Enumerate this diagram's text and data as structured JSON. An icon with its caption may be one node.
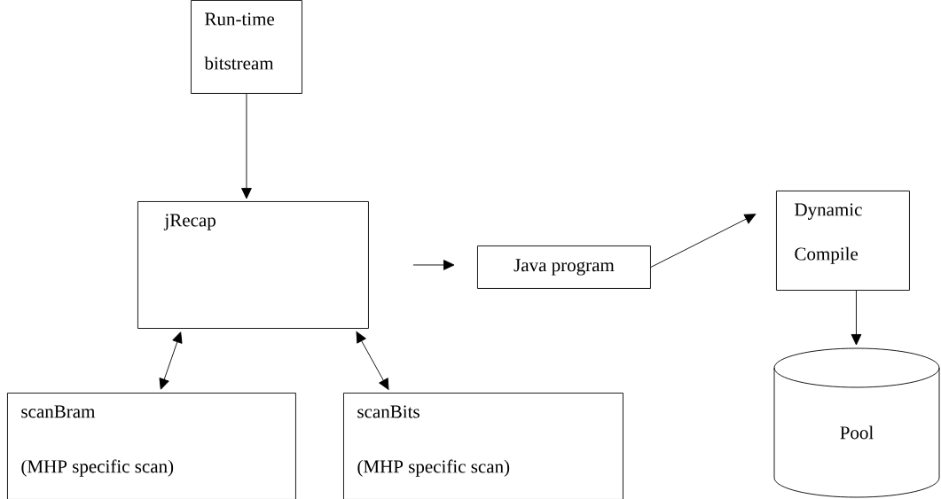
{
  "diagram": {
    "nodes": [
      {
        "text": [
          "Run-time bitstream"
        ]
      },
      {
        "text": [
          "jRecap"
        ]
      },
      {
        "text": [
          "Java program"
        ]
      },
      {
        "text": [
          "Dynamic Compile"
        ]
      },
      {
        "text": [
          "Pool"
        ]
      },
      {
        "text": [
          "scanBram",
          "(MHP specific scan)"
        ]
      },
      {
        "text": [
          "scanBits",
          "(MHP specific scan)"
        ]
      }
    ],
    "edges": [
      {
        "from": 0,
        "to": 1,
        "arrow": "to"
      },
      {
        "from": 1,
        "to": 2,
        "arrow": "to"
      },
      {
        "from": 2,
        "to": 3,
        "arrow": "to"
      },
      {
        "from": 3,
        "to": 4,
        "arrow": "to"
      },
      {
        "from": 1,
        "to": 5,
        "arrow": "both"
      },
      {
        "from": 1,
        "to": 6,
        "arrow": "both"
      }
    ]
  }
}
